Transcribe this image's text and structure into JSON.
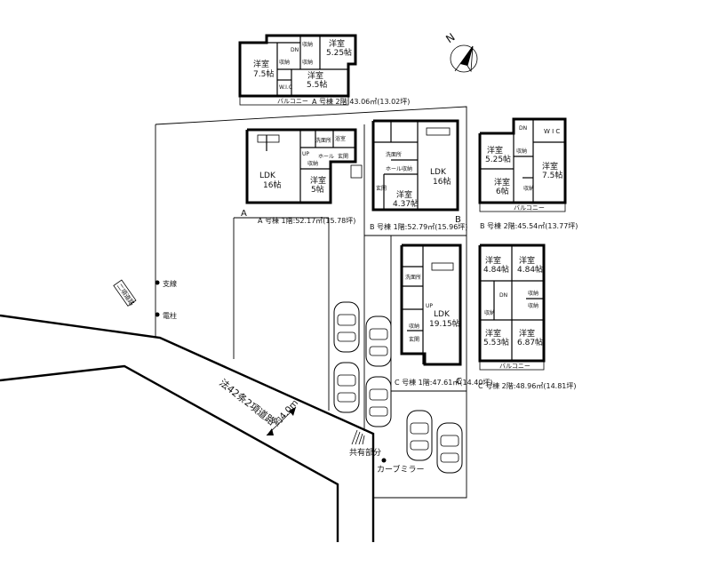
{
  "compass": {
    "north": "N"
  },
  "a2": {
    "rooms": [
      {
        "name": "洋室",
        "size": "7.5帖"
      },
      {
        "name": "洋室",
        "size": "5.25帖"
      },
      {
        "name": "洋室",
        "size": "5.5帖"
      }
    ],
    "wic": "W.I.C",
    "storage": "収納",
    "balcony": "バルコニー",
    "dn": "DN",
    "caption": "A 号棟 2階:43.06㎡(13.02坪)"
  },
  "a1": {
    "rooms": [
      {
        "name": "LDK",
        "size": "16帖"
      },
      {
        "name": "洋室",
        "size": "5帖"
      }
    ],
    "wash": "洗面所",
    "hall": "ホール",
    "entrance": "玄関",
    "storage": "収納",
    "bath": "浴室",
    "up": "UP",
    "letter": "A",
    "caption": "A 号棟 1階:52.17㎡(15.78坪)"
  },
  "b1": {
    "rooms": [
      {
        "name": "LDK",
        "size": "16帖"
      },
      {
        "name": "洋室",
        "size": "4.37帖"
      }
    ],
    "wash": "洗面所",
    "hall": "ホール",
    "entrance": "玄関",
    "storage": "収納",
    "letter": "B",
    "caption": "B 号棟 1階:52.79㎡(15.96坪)"
  },
  "b2": {
    "rooms": [
      {
        "name": "洋室",
        "size": "5.25帖"
      },
      {
        "name": "洋室",
        "size": "7.5帖"
      },
      {
        "name": "洋室",
        "size": "6帖"
      }
    ],
    "wic": "W I C",
    "storage": "収納",
    "balcony": "バルコニー",
    "dn": "DN",
    "caption": "B 号棟 2階:45.54㎡(13.77坪)"
  },
  "c1": {
    "rooms": [
      {
        "name": "LDK",
        "size": "19.15帖"
      }
    ],
    "wash": "洗面所",
    "entrance": "玄関",
    "storage": "収納",
    "up": "UP",
    "letter": "C",
    "caption": "C 号棟 1階:47.61㎡(14.40坪)"
  },
  "c2": {
    "rooms": [
      {
        "name": "洋室",
        "size": "4.84帖"
      },
      {
        "name": "洋室",
        "size": "4.84帖"
      },
      {
        "name": "洋室",
        "size": "5.53帖"
      },
      {
        "name": "洋室",
        "size": "6.87帖"
      }
    ],
    "storage": "収納",
    "balcony": "バルコニー",
    "dn": "DN",
    "caption": "C 号棟 2階:48.96㎡(14.81坪)"
  },
  "site": {
    "road_name": "法42条2項道路",
    "road_width": "約4.0m",
    "shared": "共有部分",
    "mirror": "カーブミラー",
    "pole1": "支線",
    "pole2": "電柱",
    "tag": "二項道路"
  }
}
